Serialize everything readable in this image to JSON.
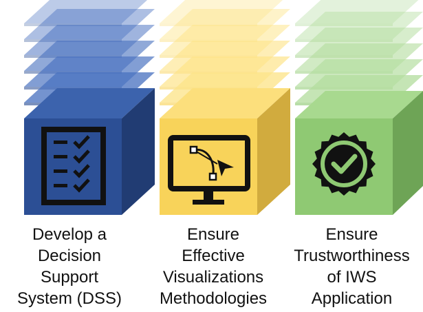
{
  "pillars": [
    {
      "icon": "checklist-icon",
      "lines": [
        "Develop a",
        "Decision",
        "Support",
        "System (DSS)"
      ],
      "colors": {
        "front": "#2c4f95",
        "side": "#213c73",
        "top": "#3c63ad",
        "sheet": "#4a72c0",
        "icon": "#111111"
      }
    },
    {
      "icon": "monitor-bezier-icon",
      "lines": [
        "Ensure",
        "Effective",
        "Visualizations",
        "Methodologies"
      ],
      "colors": {
        "front": "#f8d35a",
        "side": "#d1ab3e",
        "top": "#fcdf7c",
        "sheet": "#fde488",
        "icon": "#111111"
      }
    },
    {
      "icon": "verified-badge-icon",
      "lines": [
        "Ensure",
        "Trustworthiness",
        "of IWS",
        "Application"
      ],
      "colors": {
        "front": "#8fc973",
        "side": "#6ea456",
        "top": "#a8d98f",
        "sheet": "#b4dd9f",
        "icon": "#111111"
      }
    }
  ]
}
